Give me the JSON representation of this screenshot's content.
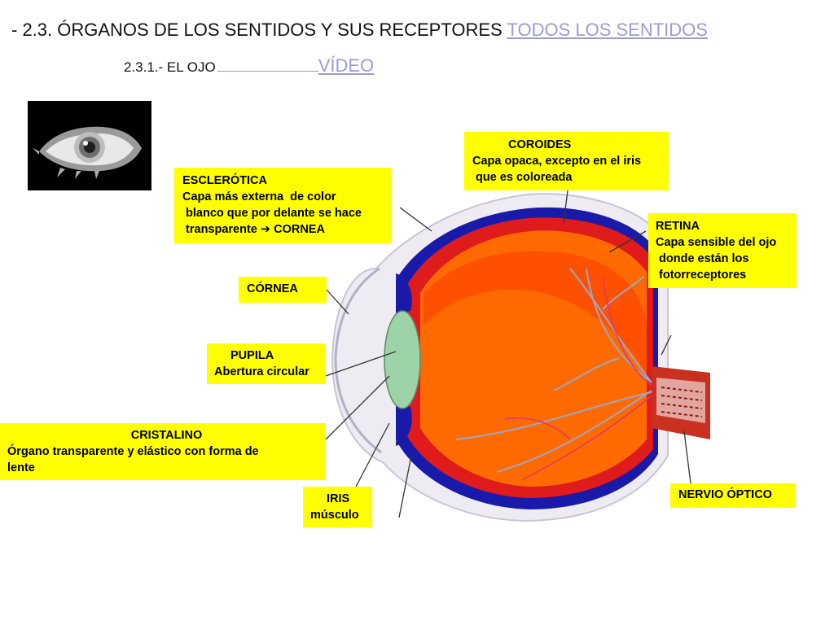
{
  "header": {
    "title_prefix": "- 2.3. ÓRGANOS DE LOS SENTIDOS Y SUS RECEPTORES ",
    "title_link": "TODOS LOS SENTIDOS",
    "subtitle_text": "2.3.1.- EL OJO",
    "subtitle_link": "VÍDEO"
  },
  "labels": {
    "coroides": {
      "title": "COROIDES",
      "line1": "Capa opaca, excepto en el iris",
      "line2": "que es coloreada"
    },
    "esclerotica": {
      "title": "ESCLERÓTICA",
      "line1": "Capa más externa  de color",
      "line2": " blanco que por delante se hace",
      "line3": " transparente",
      "line3_arrow": "➔",
      "line3_end": " CORNEA"
    },
    "retina": {
      "title": "RETINA",
      "line1": "Capa sensible del ojo",
      "line2": " donde están los",
      "line3": " fotorreceptores"
    },
    "cornea": {
      "title": "CÓRNEA"
    },
    "pupila": {
      "title": "PUPILA",
      "line1": "Abertura circular"
    },
    "cristalino": {
      "title": "CRISTALINO",
      "line1": "Órgano transparente y elástico con forma de",
      "line2": "lente"
    },
    "iris": {
      "title": "IRIS",
      "line1": "músculo"
    },
    "nervio_optico": {
      "title": "NERVIO ÓPTICO"
    }
  },
  "colors": {
    "label_bg": "#ffff00",
    "link": "#9b9bd6",
    "sclera_fill": "#f2f1f5",
    "choroid": "#1a1aaa",
    "retina_red": "#e01b1b",
    "vitreous": "#ff6a00",
    "lens": "#9ed3a8",
    "vessels": "#9aa6c8"
  }
}
